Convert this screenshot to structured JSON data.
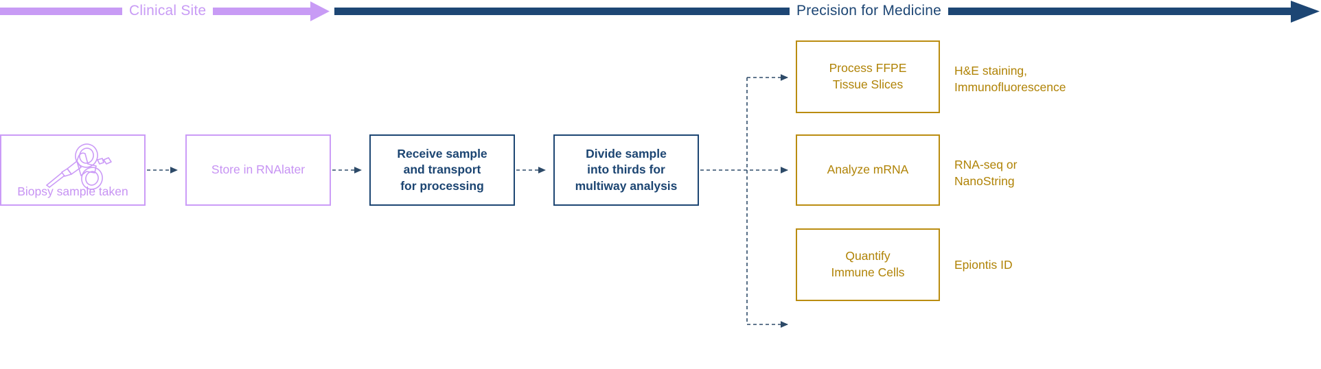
{
  "banner": {
    "clinical_site_label": "Clinical Site",
    "precision_label": "Precision for Medicine",
    "clinical_color": "#c89bf5",
    "precision_color": "#1d4674"
  },
  "colors": {
    "purple": "#cb9bf7",
    "navy": "#1c4572",
    "gold": "#ba8c10",
    "connector": "#2d4a68"
  },
  "nodes": {
    "biopsy": {
      "label": "Biopsy sample taken",
      "icon": "biopsy-needle-icon"
    },
    "rnalater": {
      "label": "Store in RNAlater"
    },
    "receive": {
      "label": "Receive sample\nand transport\nfor processing"
    },
    "divide": {
      "label": "Divide sample\ninto thirds for\nmultiway analysis"
    },
    "ffpe": {
      "label": "Process FFPE\nTissue Slices"
    },
    "mrna": {
      "label": "Analyze mRNA"
    },
    "immune": {
      "label": "Quantify\nImmune Cells"
    }
  },
  "side_notes": {
    "ffpe": "H&E staining,\nImmunofluorescence",
    "mrna": "RNA-seq or\nNanoString",
    "immune": "Epiontis ID"
  }
}
